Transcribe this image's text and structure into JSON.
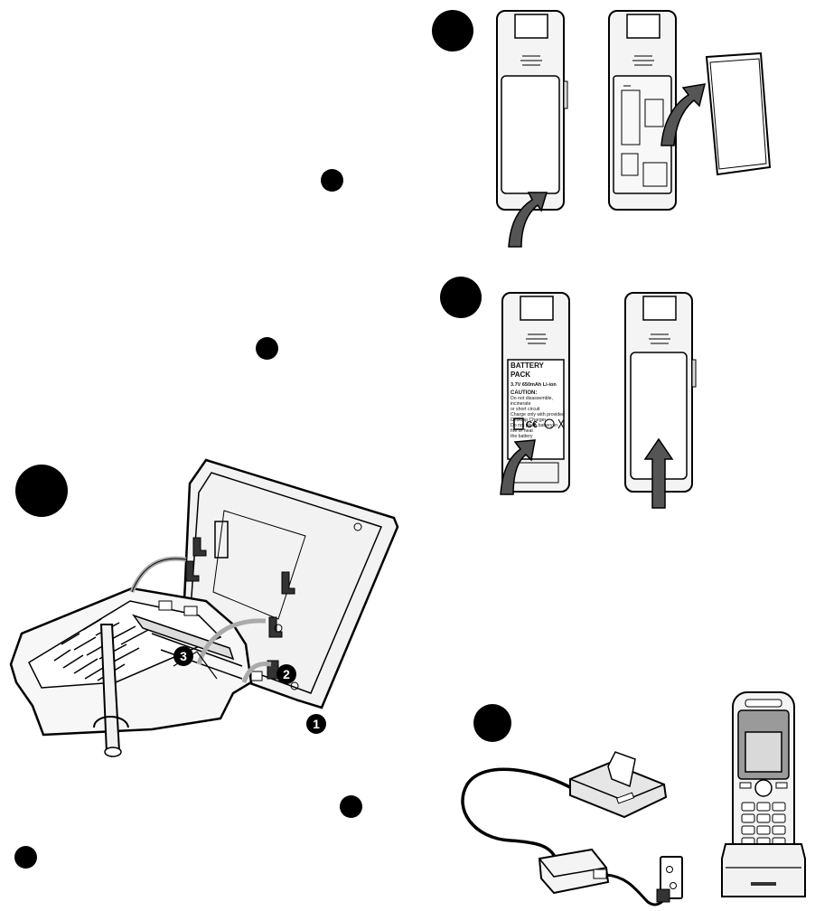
{
  "callouts": {
    "one": "1",
    "two": "2",
    "three": "3"
  },
  "battery_label": {
    "title": "BATTERY PACK",
    "spec": "3.7V 650mAh Li-ion",
    "caution_title": "CAUTION:",
    "caution_lines": [
      "Do not disassemble, incinerate",
      "or short circuit",
      "Charge only with provided",
      "Desktop Charger",
      "Do not place battery in fire or heat",
      "the battery"
    ]
  },
  "colors": {
    "ink": "#000000",
    "panel": "#f2f2f2",
    "arrow": "#555555",
    "cradle": "#dcdcdc"
  }
}
